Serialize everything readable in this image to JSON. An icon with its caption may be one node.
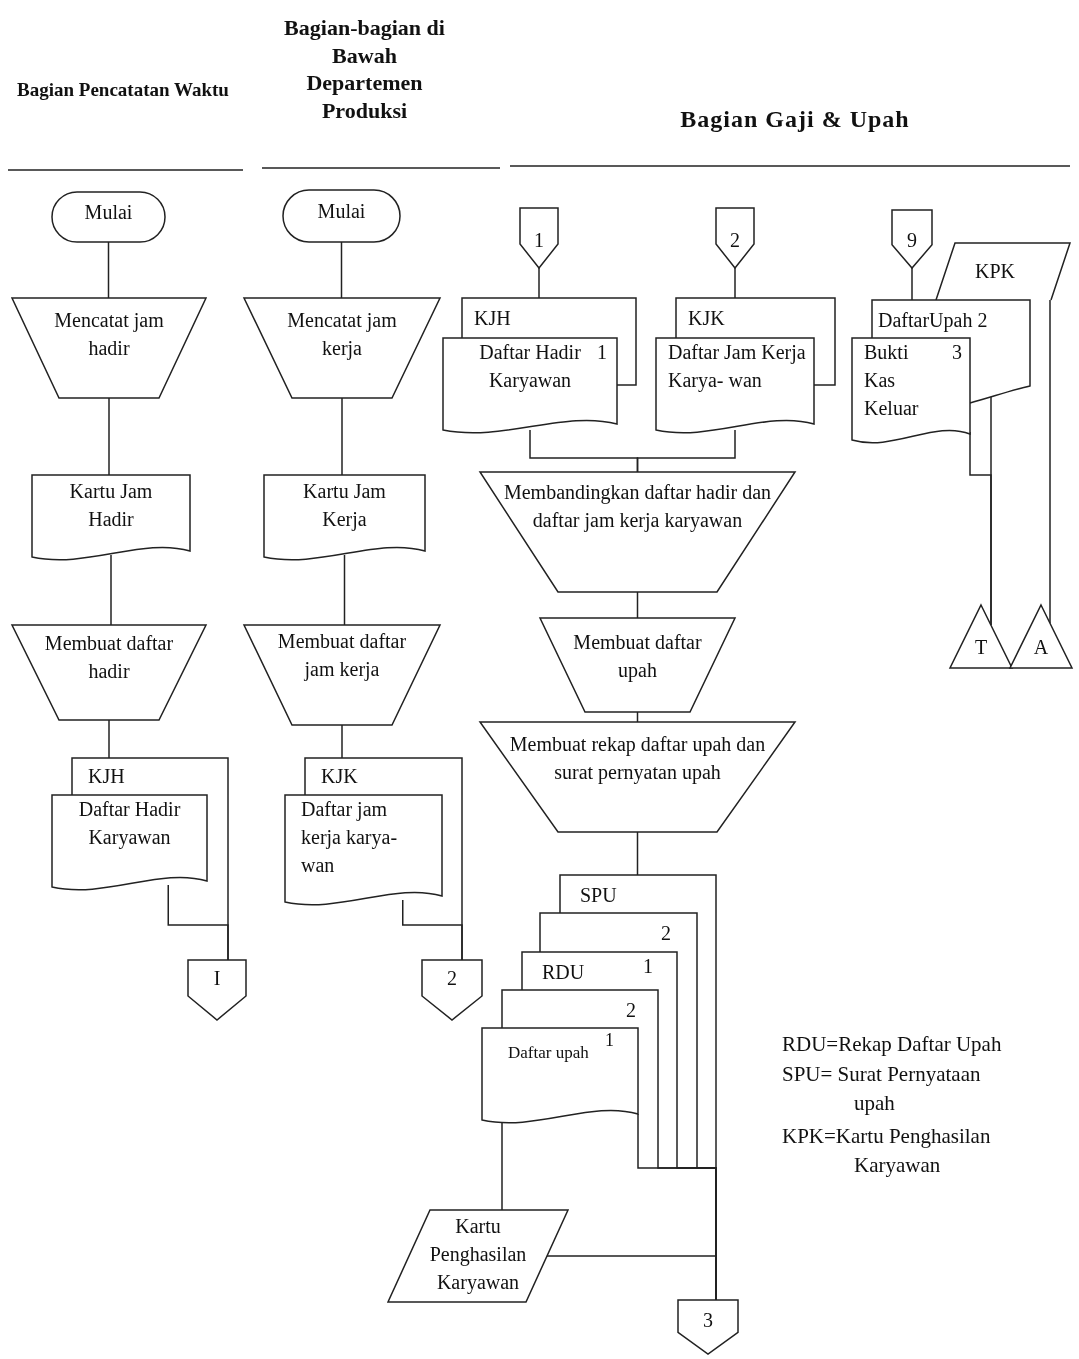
{
  "diagram": {
    "nodes": [
      {
        "text": [
          "Mulai"
        ]
      },
      {
        "text": [
          "Mencatat jam hadir"
        ]
      },
      {
        "text": [
          "Kartu Jam Hadir"
        ]
      },
      {
        "text": [
          "Membuat daftar hadir"
        ]
      },
      {
        "text": [
          "KJH"
        ]
      },
      {
        "text": [
          "Daftar Hadir Karyawan"
        ]
      },
      {
        "text": [
          "I"
        ]
      },
      {
        "text": [
          "Mulai"
        ]
      },
      {
        "text": [
          "Mencatat jam kerja"
        ]
      },
      {
        "text": [
          "Kartu Jam Kerja"
        ]
      },
      {
        "text": [
          "Membuat daftar jam kerja"
        ]
      },
      {
        "text": [
          "KJK"
        ]
      },
      {
        "text": [
          "Daftar jam kerja karya- wan"
        ]
      },
      {
        "text": [
          "2"
        ]
      },
      {
        "text": [
          "1"
        ]
      },
      {
        "text": [
          "2"
        ]
      },
      {
        "text": [
          "KJH"
        ]
      },
      {
        "text": [
          "Daftar Hadir Karyawan",
          "1"
        ]
      },
      {
        "text": [
          "KJK"
        ]
      },
      {
        "text": [
          "Daftar Jam Kerja Karya- wan"
        ]
      },
      {
        "text": [
          "Membandingkan daftar hadir dan daftar jam kerja karyawan"
        ]
      },
      {
        "text": [
          "Membuat daftar upah"
        ]
      },
      {
        "text": [
          "Membuat rekap daftar upah dan surat pernyatan upah"
        ]
      },
      {
        "text": [
          "SPU"
        ]
      },
      {
        "text": [
          "2"
        ]
      },
      {
        "text": [
          "RDU",
          "1"
        ]
      },
      {
        "text": [
          "2"
        ]
      },
      {
        "text": [
          "Daftar upah",
          "1"
        ]
      },
      {
        "text": [
          "Kartu Penghasilan Karyawan"
        ]
      },
      {
        "text": [
          "3"
        ]
      },
      {
        "text": [
          "9"
        ]
      },
      {
        "text": [
          "KPK"
        ]
      },
      {
        "text": [
          "DaftarUpah 2"
        ]
      },
      {
        "text": [
          "Bukti Kas Keluar",
          "3"
        ]
      },
      {
        "text": [
          "T"
        ]
      },
      {
        "text": [
          "A"
        ]
      }
    ],
    "edges": [
      {
        "from": 0,
        "to": 1,
        "arrow": "none"
      },
      {
        "from": 1,
        "to": 2,
        "arrow": "none"
      },
      {
        "from": 2,
        "to": 3,
        "arrow": "none"
      },
      {
        "from": 3,
        "to": 4,
        "arrow": "none"
      },
      {
        "from": 4,
        "to": 6,
        "arrow": "none"
      },
      {
        "from": 5,
        "to": 6,
        "arrow": "none"
      },
      {
        "from": 7,
        "to": 8,
        "arrow": "none"
      },
      {
        "from": 8,
        "to": 9,
        "arrow": "none"
      },
      {
        "from": 9,
        "to": 10,
        "arrow": "none"
      },
      {
        "from": 10,
        "to": 11,
        "arrow": "none"
      },
      {
        "from": 11,
        "to": 13,
        "arrow": "none"
      },
      {
        "from": 12,
        "to": 13,
        "arrow": "none"
      },
      {
        "from": 14,
        "to": 16,
        "arrow": "none"
      },
      {
        "from": 15,
        "to": 18,
        "arrow": "none"
      },
      {
        "from": 17,
        "to": 20,
        "arrow": "none"
      },
      {
        "from": 19,
        "to": 20,
        "arrow": "none"
      },
      {
        "from": 20,
        "to": 21,
        "arrow": "none"
      },
      {
        "from": 21,
        "to": 22,
        "arrow": "none"
      },
      {
        "from": 22,
        "to": 23,
        "arrow": "none"
      },
      {
        "from": 23,
        "to": 29,
        "arrow": "none"
      },
      {
        "from": 24,
        "to": 29,
        "arrow": "none"
      },
      {
        "from": 25,
        "to": 29,
        "arrow": "none"
      },
      {
        "from": 26,
        "to": 29,
        "arrow": "none"
      },
      {
        "from": 27,
        "to": 29,
        "arrow": "none"
      },
      {
        "from": 27,
        "to": 28,
        "arrow": "none"
      },
      {
        "from": 28,
        "to": 29,
        "arrow": "none"
      },
      {
        "from": 30,
        "to": 32,
        "arrow": "none"
      },
      {
        "from": 32,
        "to": 34,
        "arrow": "none"
      },
      {
        "from": 33,
        "to": 34,
        "arrow": "none"
      },
      {
        "from": 31,
        "to": 35,
        "arrow": "none"
      }
    ],
    "labels": [
      "Bagian Pencatatan Waktu",
      "Bagian-bagian di Bawah Departemen Produksi",
      "Bagian Gaji & Upah",
      "RDU=Rekap Daftar Upah",
      "SPU= Surat Pernyataan upah",
      "KPK=Kartu Penghasilan Karyawan"
    ]
  }
}
